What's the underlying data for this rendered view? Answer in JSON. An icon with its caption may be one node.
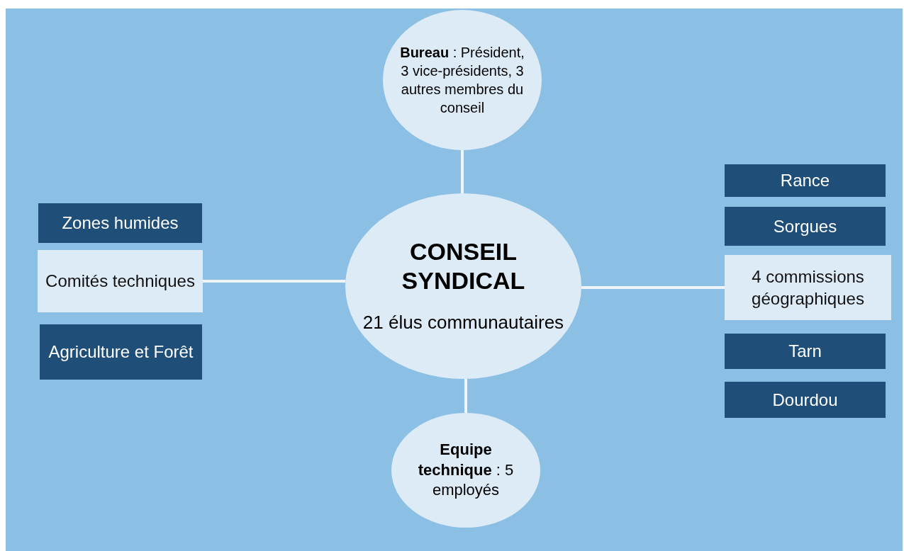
{
  "diagram": {
    "nodes": [
      {
        "text": [
          "**Bureau** : Président, 3 vice-présidents, 3 autres membres du conseil"
        ]
      },
      {
        "text": [
          "Zones humides"
        ]
      },
      {
        "text": [
          "Comités techniques"
        ]
      },
      {
        "text": [
          "Agriculture et Forêt"
        ]
      },
      {
        "text": [
          "CONSEIL SYNDICAL",
          "21 élus communautaires"
        ]
      },
      {
        "text": [
          "Rance"
        ]
      },
      {
        "text": [
          "Sorgues"
        ]
      },
      {
        "text": [
          "4 commissions géographiques"
        ]
      },
      {
        "text": [
          "Tarn"
        ]
      },
      {
        "text": [
          "Dourdou"
        ]
      },
      {
        "text": [
          "**Equipe technique** : 5 employés"
        ]
      }
    ],
    "edges": [
      {
        "from": 4,
        "to": 0,
        "arrow": "none"
      },
      {
        "from": 4,
        "to": 10,
        "arrow": "none"
      },
      {
        "from": 4,
        "to": 2,
        "arrow": "none"
      },
      {
        "from": 4,
        "to": 7,
        "arrow": "none"
      }
    ]
  }
}
